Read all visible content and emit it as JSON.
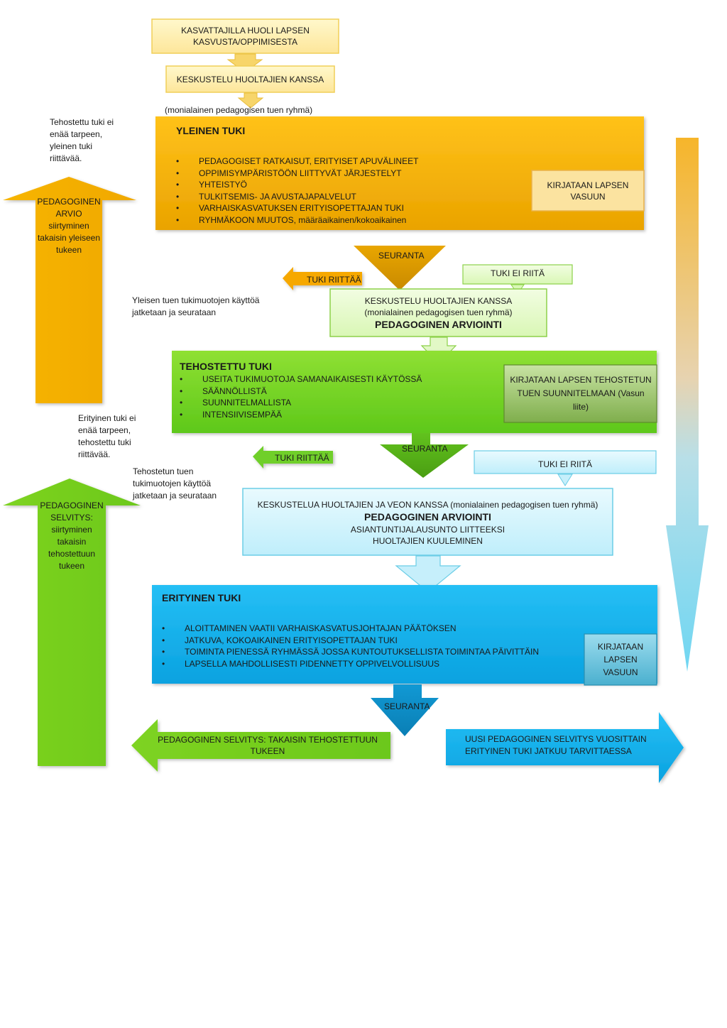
{
  "colors": {
    "yellow_light": "#fdefae",
    "orange": "#f7b500",
    "green": "#7ed321",
    "cyan_light": "#cdf1fb",
    "blue": "#11b0ec"
  },
  "top": {
    "concern": "KASVATTAJILLA HUOLI LAPSEN KASVUSTA/OPPIMISESTA",
    "discussion": "KESKUSTELU HUOLTAJIEN KANSSA",
    "group_note": "(monialainen pedagogisen tuen ryhmä)"
  },
  "general": {
    "title": "YLEINEN TUKI",
    "items": [
      "PEDAGOGISET RATKAISUT, ERITYISET APUVÄLINEET",
      "OPPIMISYMPÄRISTÖÖN LIITTYVÄT JÄRJESTELYT",
      "YHTEISTYÖ",
      "TULKITSEMIS- JA AVUSTAJAPALVELUT",
      "VARHAISKASVATUKSEN ERITYISOPETTAJAN TUKI",
      "RYHMÄKOON MUUTOS, määräaikainen/kokoaikainen"
    ],
    "record": "KIRJATAAN LAPSEN VASUUN",
    "follow_up": "SEURANTA",
    "support_enough": "TUKI RIITTÄÄ",
    "support_not_enough": "TUKI EI RIITÄ",
    "continue_note": "Yleisen tuen tukimuotojen käyttöä jatketaan ja seurataan"
  },
  "assessment": {
    "line1": "KESKUSTELU HUOLTAJIEN KANSSA",
    "line2": "(monialainen pedagogisen tuen ryhmä)",
    "line3": "PEDAGOGINEN ARVIOINTI"
  },
  "left_orange": {
    "note": "Tehostettu tuki ei enää tarpeen, yleinen tuki riittävää.",
    "arrow_text": "PEDAGOGINEN ARVIO siirtyminen takaisin yleiseen tukeen"
  },
  "intensified": {
    "title": "TEHOSTETTU TUKI",
    "items": [
      "USEITA TUKIMUOTOJA SAMANAIKAISESTI KÄYTÖSSÄ",
      "SÄÄNNÖLLISTÄ",
      "SUUNNITELMALLISTA",
      "INTENSIIVISEMPÄÄ"
    ],
    "record": "KIRJATAAN LAPSEN TEHOSTETUN TUEN SUUNNITELMAAN (Vasun liite)",
    "follow_up": "SEURANTA",
    "support_enough": "TUKI RIITTÄÄ",
    "support_not_enough": "TUKI EI RIITÄ",
    "continue_note": "Tehostetun tuen tukimuotojen käyttöä jatketaan ja seurataan"
  },
  "left_green": {
    "note": "Erityinen tuki ei enää tarpeen, tehostettu tuki riittävää.",
    "arrow_text": "PEDAGOGINEN SELVITYS: siirtyminen takaisin tehostettuun tukeen"
  },
  "study": {
    "line1": "KESKUSTELUA HUOLTAJIEN JA VEON KANSSA (monialainen pedagogisen tuen ryhmä)",
    "line2": "PEDAGOGINEN ARVIOINTI",
    "line3": "ASIANTUNTIJALAUSUNTO LIITTEEKSI",
    "line4": "HUOLTAJIEN KUULEMINEN"
  },
  "special": {
    "title": "ERITYINEN TUKI",
    "items": [
      "ALOITTAMINEN VAATII VARHAISKASVATUSJOHTAJAN PÄÄTÖKSEN",
      "JATKUVA, KOKOAIKAINEN ERITYISOPETTAJAN TUKI",
      "TOIMINTA PIENESSÄ RYHMÄSSÄ JOSSA KUNTOUTUKSELLISTA TOIMINTAA PÄIVITTÄIN",
      "LAPSELLA MAHDOLLISESTI PIDENNETTY OPPIVELVOLLISUUS"
    ],
    "record": "KIRJATAAN LAPSEN VASUUN",
    "follow_up": "SEURANTA",
    "back": "PEDAGOGINEN SELVITYS: TAKAISIN TEHOSTETTUUN TUKEEN",
    "continue": "UUSI PEDAGOGINEN SELVITYS VUOSITTAIN ERITYINEN TUKI JATKUU TARVITTAESSA"
  }
}
